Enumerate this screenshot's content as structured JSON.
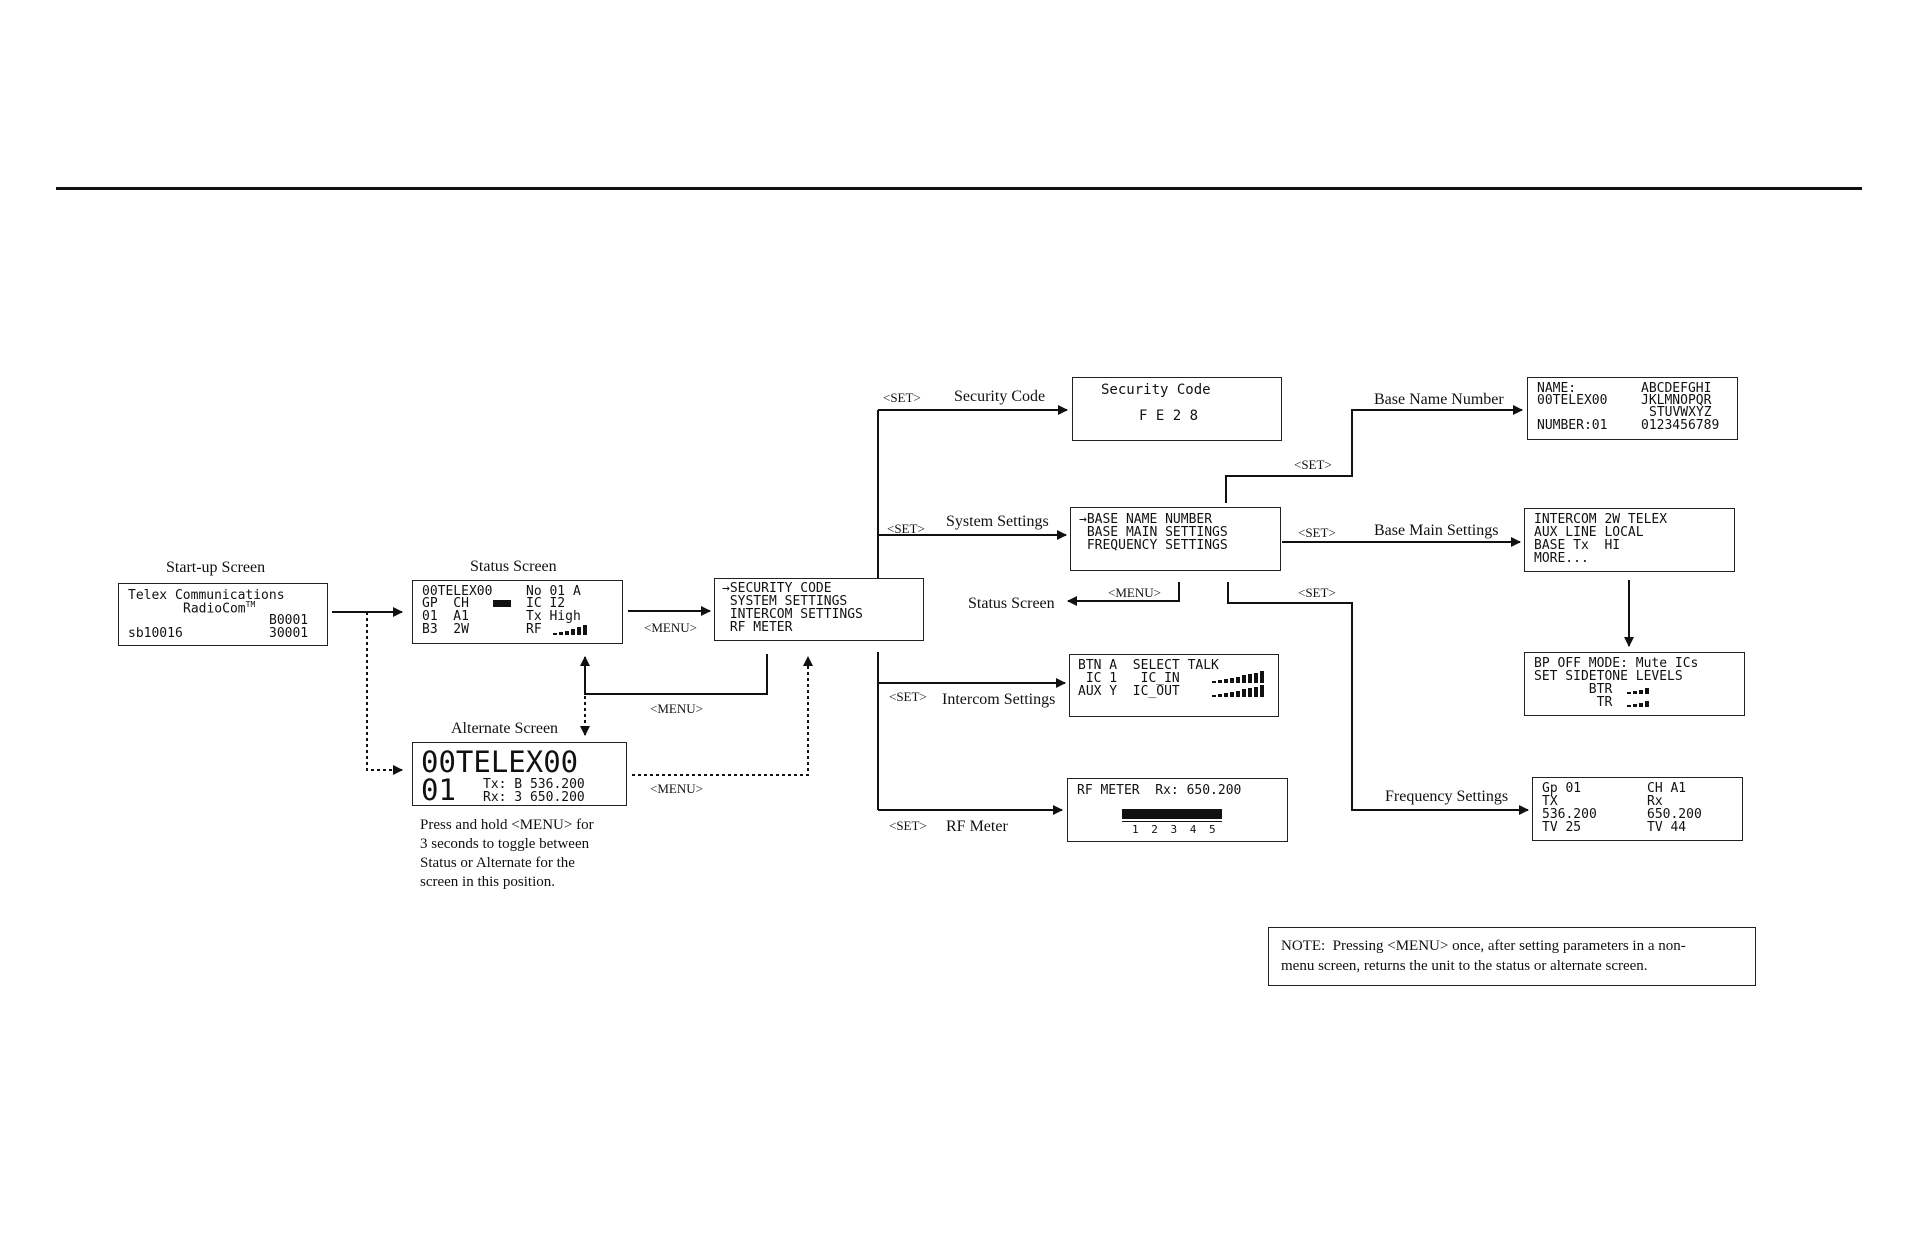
{
  "labels": {
    "startup": "Start-up Screen",
    "status": "Status Screen",
    "alternate": "Alternate Screen",
    "security": "Security Code",
    "system": "System Settings",
    "status_return": "Status Screen",
    "intercom": "Intercom Settings",
    "rf_meter": "RF Meter",
    "base_name": "Base Name Number",
    "base_main": "Base Main Settings",
    "frequency": "Frequency Settings"
  },
  "tags": {
    "set": "<SET>",
    "menu": "<MENU>"
  },
  "screens": {
    "startup": {
      "l1": "Telex Communications",
      "l2": "RadioCom",
      "tm": "TM",
      "l3": "B0001",
      "l4a": "sb10016",
      "l4b": "30001"
    },
    "status": {
      "r1a": "00TELEX00",
      "r1b": "No 01 A",
      "r2a": "GP  CH",
      "r2b": "IC I2",
      "r3a": "01  A1",
      "r3b": "Tx High",
      "r4a": "B3  2W",
      "r4b": "RF"
    },
    "alternate": {
      "big1": "00TELEX00",
      "big2": "01",
      "tx": "Tx: B 536.200",
      "rx": "Rx: 3 650.200"
    },
    "main_menu": [
      "→SECURITY CODE",
      " SYSTEM SETTINGS",
      " INTERCOM SETTINGS",
      " RF METER"
    ],
    "security": {
      "title": "Security Code",
      "code": "F E 2 8"
    },
    "system_menu": [
      "→BASE NAME NUMBER",
      " BASE MAIN SETTINGS",
      " FREQUENCY SETTINGS"
    ],
    "intercom": [
      "BTN A  SELECT TALK",
      " IC 1   IC_IN",
      "AUX Y  IC_OUT"
    ],
    "rf_meter": {
      "title": "RF METER  Rx: 650.200",
      "scale": "1 2 3 4 5"
    },
    "base_name": {
      "r1a": "NAME:",
      "r1b": "ABCDEFGHI",
      "r2a": "00TELEX00",
      "r2b": "JKLMNOPQR",
      "r3b": "STUVWXYZ",
      "r4a": "NUMBER:01",
      "r4b": "0123456789"
    },
    "base_main": [
      "INTERCOM 2W TELEX",
      "AUX LINE LOCAL",
      "BASE Tx  HI",
      "MORE..."
    ],
    "bp_off": [
      "BP OFF MODE: Mute ICs",
      "SET SIDETONE LEVELS",
      "       BTR",
      "        TR"
    ],
    "frequency": {
      "r1a": "Gp 01",
      "r1b": "CH A1",
      "r2a": "TX",
      "r2b": "Rx",
      "r3a": "536.200",
      "r3b": "650.200",
      "r4a": "TV 25",
      "r4b": "TV 44"
    }
  },
  "instructions": "Press and hold <MENU> for\n3 seconds to toggle between\nStatus or Alternate for the\nscreen in this position.",
  "note": "NOTE:  Pressing <MENU> once, after setting parameters in a non-\nmenu screen, returns the unit to the status or alternate screen."
}
